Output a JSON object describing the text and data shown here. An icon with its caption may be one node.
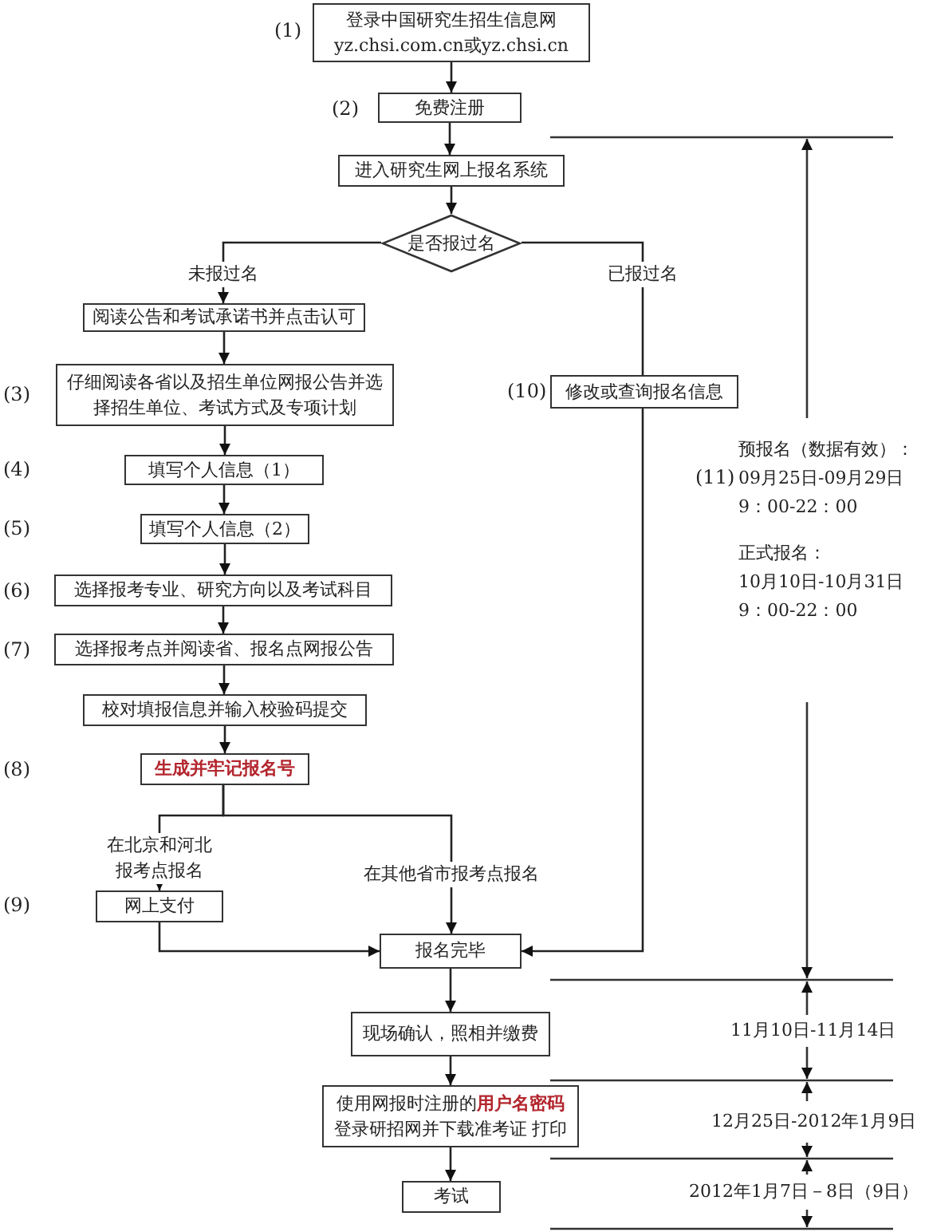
{
  "diagram": {
    "nodes": [
      {
        "text": [
          "登录中国研究生招生信息网 yz.chsi.com.cn或yz.chsi.cn"
        ],
        "beside": [
          "(1)"
        ]
      },
      {
        "text": [
          "免费注册"
        ],
        "beside": [
          "(2)"
        ]
      },
      {
        "text": [
          "进入研究生网上报名系统"
        ]
      },
      {
        "text": [
          "是否报过名"
        ]
      },
      {
        "text": [
          "阅读公告和考试承诺书并点击认可"
        ]
      },
      {
        "text": [
          "仔细阅读各省以及招生单位网报公告并选择招生单位、考试方式及专项计划"
        ],
        "beside": [
          "(3)"
        ]
      },
      {
        "text": [
          "填写个人信息（1）"
        ]
      },
      {
        "text": [
          "填写个人信息（2）"
        ]
      },
      {
        "text": [
          "选择报考专业、研究方向以及考试科目"
        ],
        "beside": [
          "(6)"
        ]
      },
      {
        "text": [
          "选择报考点并阅读省、报名点网报公告"
        ],
        "beside": [
          "(7)"
        ]
      },
      {
        "text": [
          "校对填报信息并输入校验码提交"
        ]
      },
      {
        "text": [
          "**生成并牢记报名号**"
        ]
      },
      {
        "text": [
          "网上支付"
        ],
        "beside": [
          "(9)"
        ]
      },
      {
        "text": [
          "报名完毕"
        ]
      },
      {
        "text": [
          "现场确认，照相并缴费"
        ]
      },
      {
        "text": [
          "使用网报时注册的**用户名密码**登录研招网并下载准考证 打印"
        ]
      },
      {
        "text": [
          "考试"
        ]
      },
      {
        "text": [
          "修改或查询报名信息"
        ],
        "beside": [
          "(10)"
        ]
      }
    ],
    "edges": [
      {
        "from": 0,
        "to": 1,
        "arrow": "to"
      },
      {
        "from": 1,
        "to": 2,
        "arrow": "to"
      },
      {
        "from": 2,
        "to": 3,
        "arrow": "to"
      },
      {
        "from": 3,
        "to": 4,
        "arrow": "to",
        "label": "未报过名"
      },
      {
        "from": 3,
        "to": 17,
        "arrow": "none",
        "label": "已报过名"
      },
      {
        "from": 4,
        "to": 5,
        "arrow": "to"
      },
      {
        "from": 5,
        "to": 6,
        "arrow": "to"
      },
      {
        "from": 6,
        "to": 7,
        "arrow": "to"
      },
      {
        "from": 7,
        "to": 8,
        "arrow": "to"
      },
      {
        "from": 8,
        "to": 9,
        "arrow": "to"
      },
      {
        "from": 9,
        "to": 10,
        "arrow": "to"
      },
      {
        "from": 10,
        "to": 11,
        "arrow": "to"
      },
      {
        "from": 11,
        "to": 12,
        "arrow": "to",
        "label": "在北京和河北报考点报名"
      },
      {
        "from": 11,
        "to": 13,
        "arrow": "to",
        "label": "在其他省市报考点报名"
      },
      {
        "from": 12,
        "to": 13,
        "arrow": "to"
      },
      {
        "from": 17,
        "to": 13,
        "arrow": "to"
      },
      {
        "from": 13,
        "to": 14,
        "arrow": "to"
      },
      {
        "from": 14,
        "to": 15,
        "arrow": "to"
      },
      {
        "from": 15,
        "to": 16,
        "arrow": "to"
      }
    ],
    "labels": [
      "(4)",
      "(5)",
      "(8)",
      "(11)",
      "预报名（数据有效）： 09月25日-09月29日 9：00-22：00",
      "正式报名： 10月10日-10月31日 9：00-22：00",
      "11月10日-11月14日",
      "12月25日-2012年1月9日",
      "2012年1月7日－8日（9日）"
    ]
  }
}
